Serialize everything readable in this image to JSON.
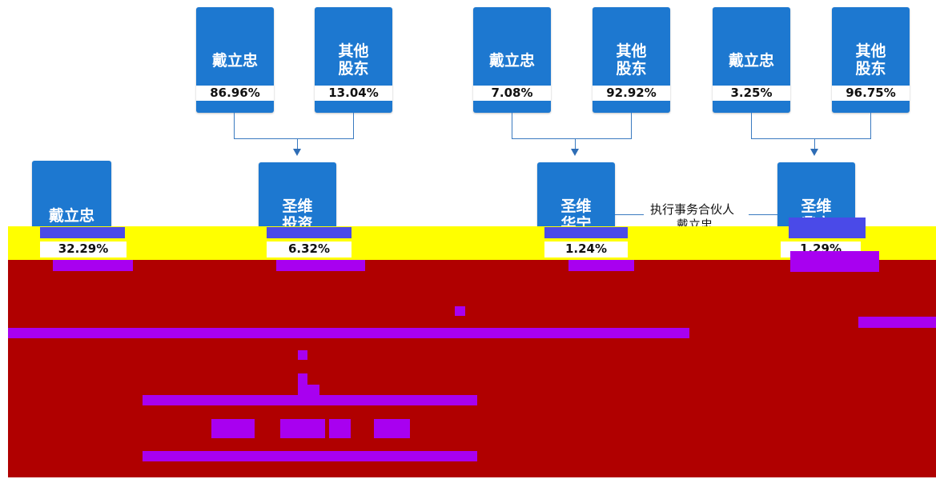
{
  "colors": {
    "box_blue": "#1d78d0",
    "connector": "#3a7ac0",
    "band_yellow": "#ffff00",
    "band_red": "#b00000",
    "band_purple": "#a800f0",
    "pct_bg": "#ffffff"
  },
  "top_row": [
    {
      "name": "戴立忠",
      "pct": "86.96%"
    },
    {
      "name": "其他\n股东",
      "pct": "13.04%"
    },
    {
      "name": "戴立忠",
      "pct": "7.08%"
    },
    {
      "name": "其他\n股东",
      "pct": "92.92%"
    },
    {
      "name": "戴立忠",
      "pct": "3.25%"
    },
    {
      "name": "其他\n股东",
      "pct": "96.75%"
    }
  ],
  "mid_row": [
    {
      "name": "戴立忠",
      "pct": "32.29%"
    },
    {
      "name": "圣维\n投资",
      "pct": "6.32%"
    },
    {
      "name": "圣维\n华宁",
      "pct": "1.24%"
    },
    {
      "name": "圣维\n鼎立",
      "pct": "1.29%"
    }
  ],
  "gp_note": {
    "role": "执行事务合伙人",
    "name": "戴立忠"
  }
}
